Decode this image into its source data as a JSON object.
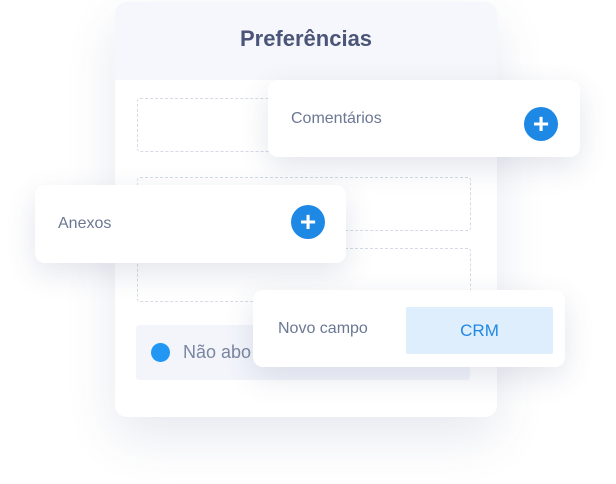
{
  "panel": {
    "title": "Preferências",
    "row_text": "Não abo"
  },
  "cards": {
    "comentarios": "Comentários",
    "anexos": "Anexos",
    "novo_campo": "Novo campo",
    "crm": "CRM"
  },
  "icons": {
    "add": "+"
  },
  "colors": {
    "accent": "#1e88e5",
    "title": "#4a5578"
  }
}
